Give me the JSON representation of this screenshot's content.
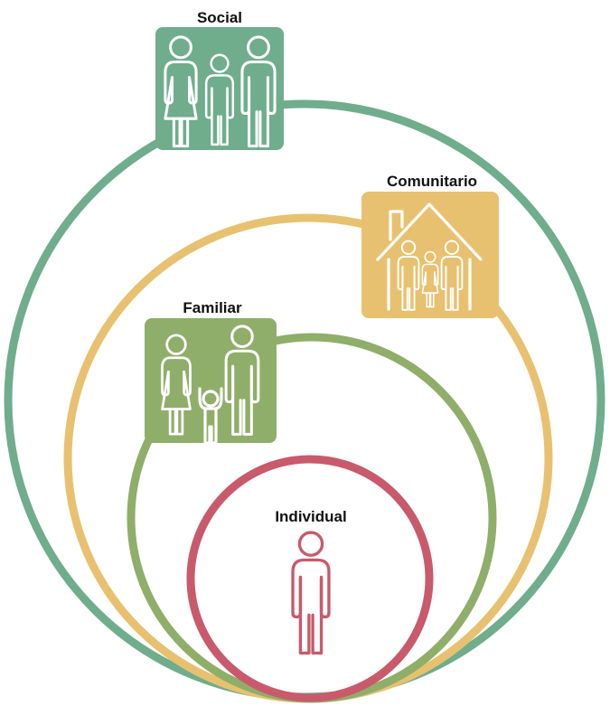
{
  "levels": {
    "social": {
      "label": "Social",
      "icon": "family-group-icon",
      "color": "#6FAD8C"
    },
    "comunitario": {
      "label": "Comunitario",
      "icon": "house-family-icon",
      "color": "#E8C170"
    },
    "familiar": {
      "label": "Familiar",
      "icon": "parents-child-icon",
      "color": "#8FAE6A"
    },
    "individual": {
      "label": "Individual",
      "icon": "person-icon",
      "color": "#C85A6B"
    }
  }
}
